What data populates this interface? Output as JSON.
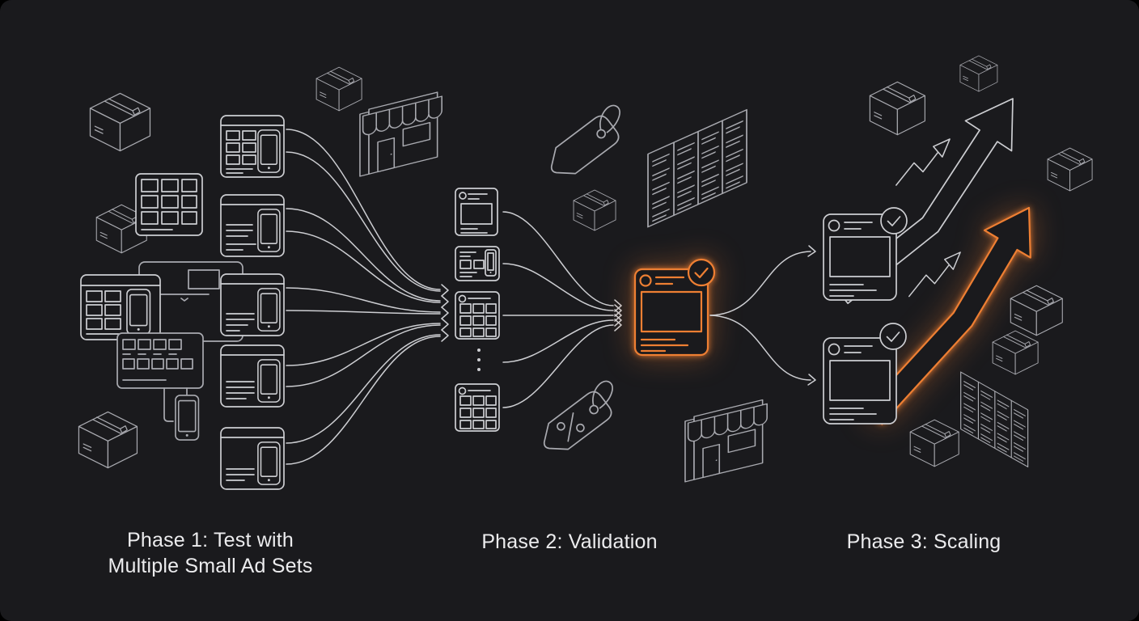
{
  "diagram": {
    "phases": [
      {
        "id": "phase-1",
        "label_line1": "Phase 1: Test with",
        "label_line2": "Multiple Small Ad Sets"
      },
      {
        "id": "phase-2",
        "label": "Phase 2: Validation"
      },
      {
        "id": "phase-3",
        "label": "Phase 3: Scaling"
      }
    ],
    "colors": {
      "background": "#1a1a1d",
      "line": "#cdced2",
      "line_dim": "#a9aab0",
      "accent_orange": "#ee7f33",
      "text": "#ececee"
    },
    "icons": [
      "package-box-icon",
      "image-grid-icon",
      "browser-window-icon",
      "ad-set-card-icon",
      "smartphone-icon",
      "storefront-icon",
      "price-tag-icon",
      "discount-tag-icon",
      "spreadsheet-table-icon",
      "social-post-card-icon",
      "checkmark-badge-icon",
      "winning-ad-highlight",
      "flow-arrow-fan",
      "trend-arrow-icon",
      "growth-arrow-icon",
      "orange-growth-arrow-icon",
      "ellipsis-dots"
    ]
  }
}
